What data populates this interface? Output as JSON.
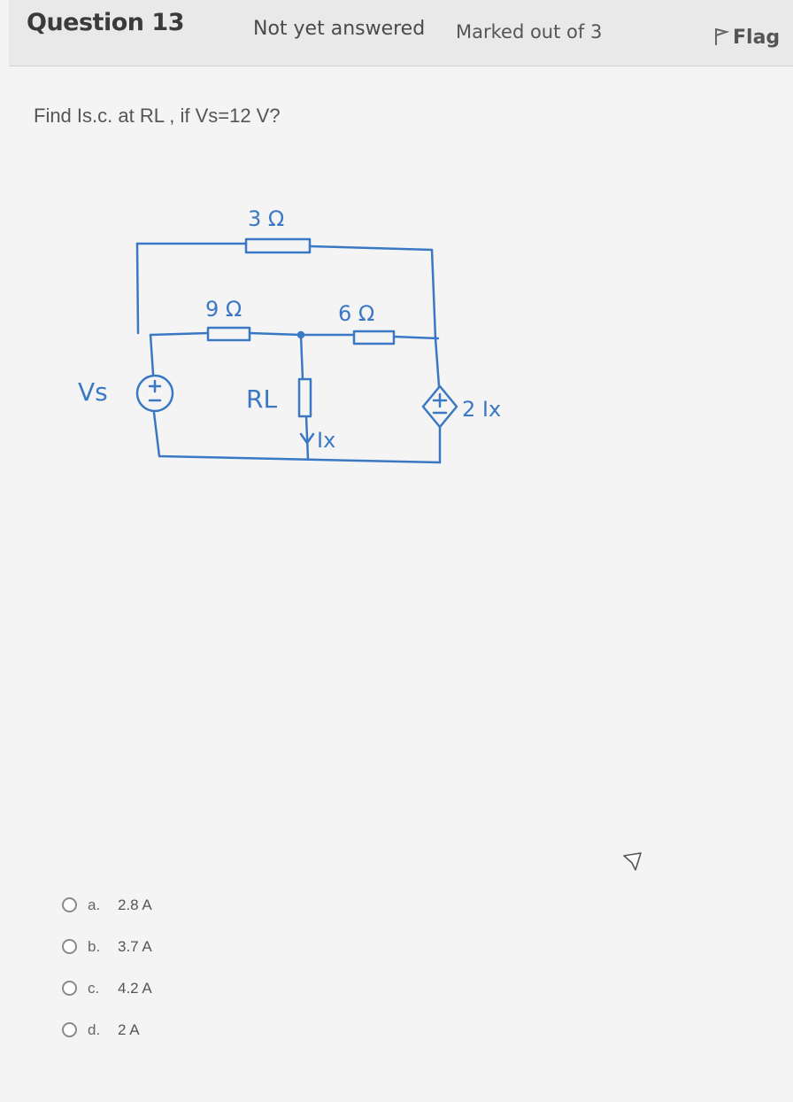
{
  "question": {
    "label": "Question",
    "number": "13",
    "state": "Not yet answered",
    "grade": "Marked out of 3",
    "flag_label": "Flag"
  },
  "prompt": "Find Is.c. at RL , if Vs=12 V?",
  "circuit": {
    "r_top": "3 Ω",
    "r_left": "9 Ω",
    "r_right": "6 Ω",
    "source_label": "Vs",
    "load_label": "RL",
    "current_label": "Ix",
    "dependent_label": "2 Ix"
  },
  "answers": [
    {
      "letter": "a.",
      "value": "2.8 A"
    },
    {
      "letter": "b.",
      "value": "3.7 A"
    },
    {
      "letter": "c.",
      "value": "4.2 A"
    },
    {
      "letter": "d.",
      "value": "2 A"
    }
  ]
}
